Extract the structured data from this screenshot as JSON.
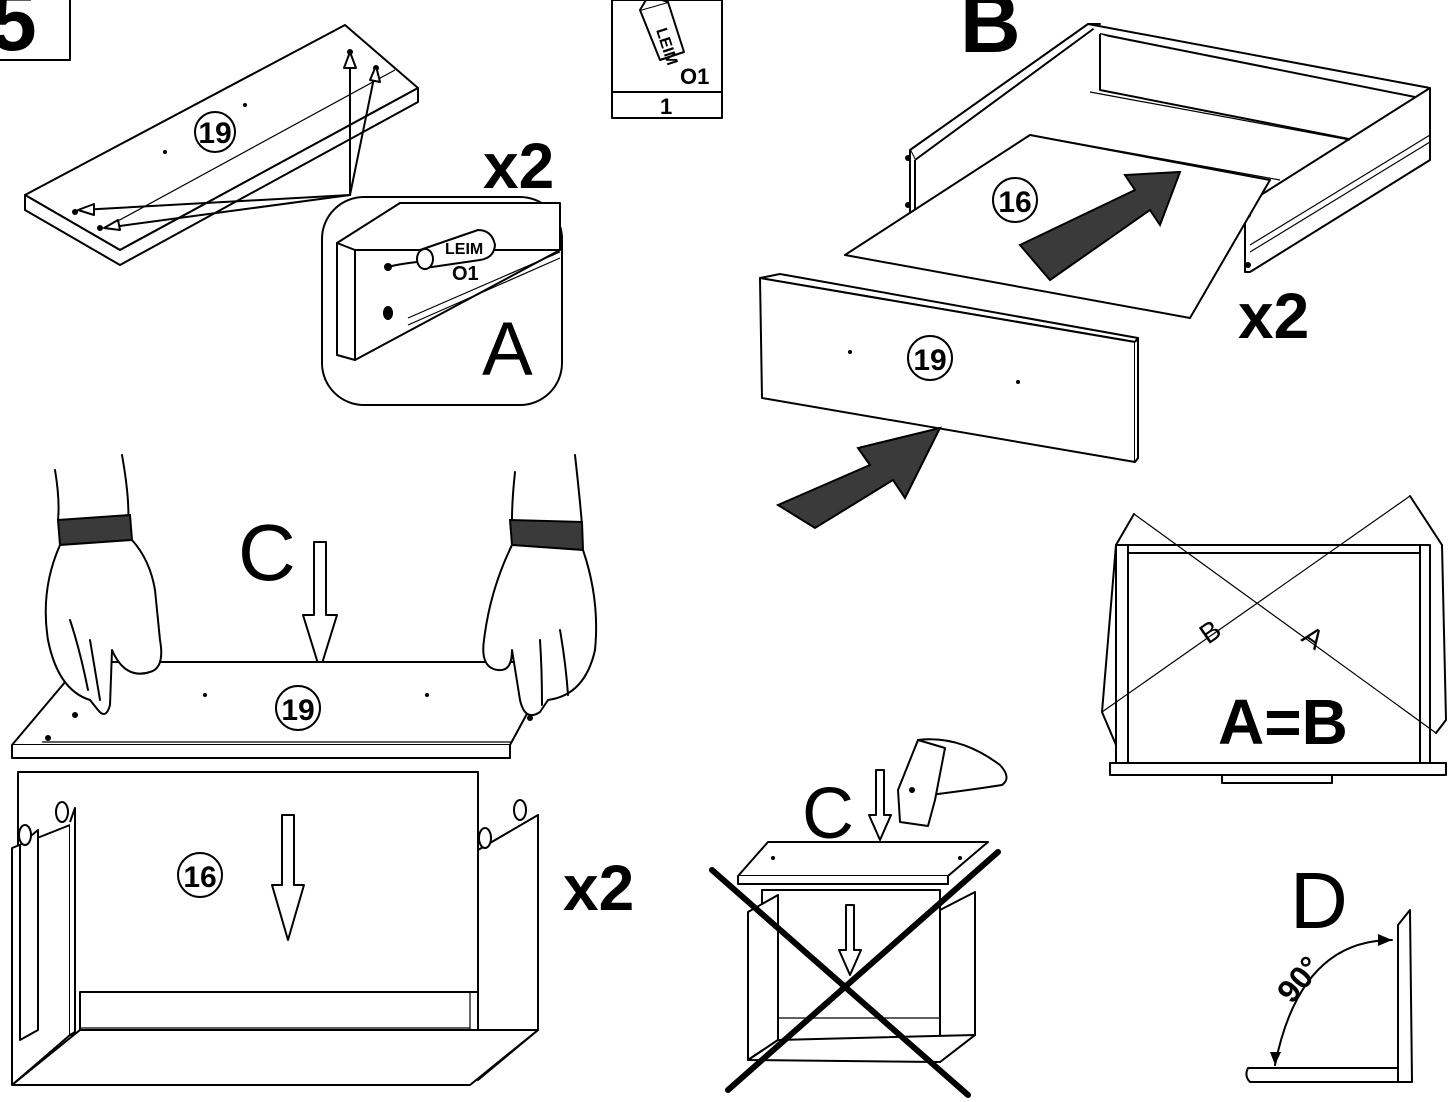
{
  "step_label_top_left": "5",
  "glue_box": {
    "glue_text": "LEIM",
    "part_code": "O1",
    "quantity": "1"
  },
  "panel_a": {
    "part_number": "19",
    "multiplier": "x2",
    "detail_label": "A",
    "glue_text": "LEIM",
    "glue_code": "O1"
  },
  "panel_b": {
    "label": "B",
    "bottom_part_number": "16",
    "front_part_number": "19",
    "multiplier": "x2"
  },
  "panel_c": {
    "label": "C",
    "front_part_number": "19",
    "bottom_part_number": "16",
    "multiplier": "x2"
  },
  "panel_wrong": {
    "label": "C"
  },
  "panel_diag": {
    "label_a": "A",
    "label_b": "B",
    "equation": "A=B"
  },
  "panel_d": {
    "label": "D",
    "angle": "90°"
  },
  "colors": {
    "line": "#000000",
    "background": "#ffffff",
    "arrow_fill": "#3a3a3a"
  }
}
